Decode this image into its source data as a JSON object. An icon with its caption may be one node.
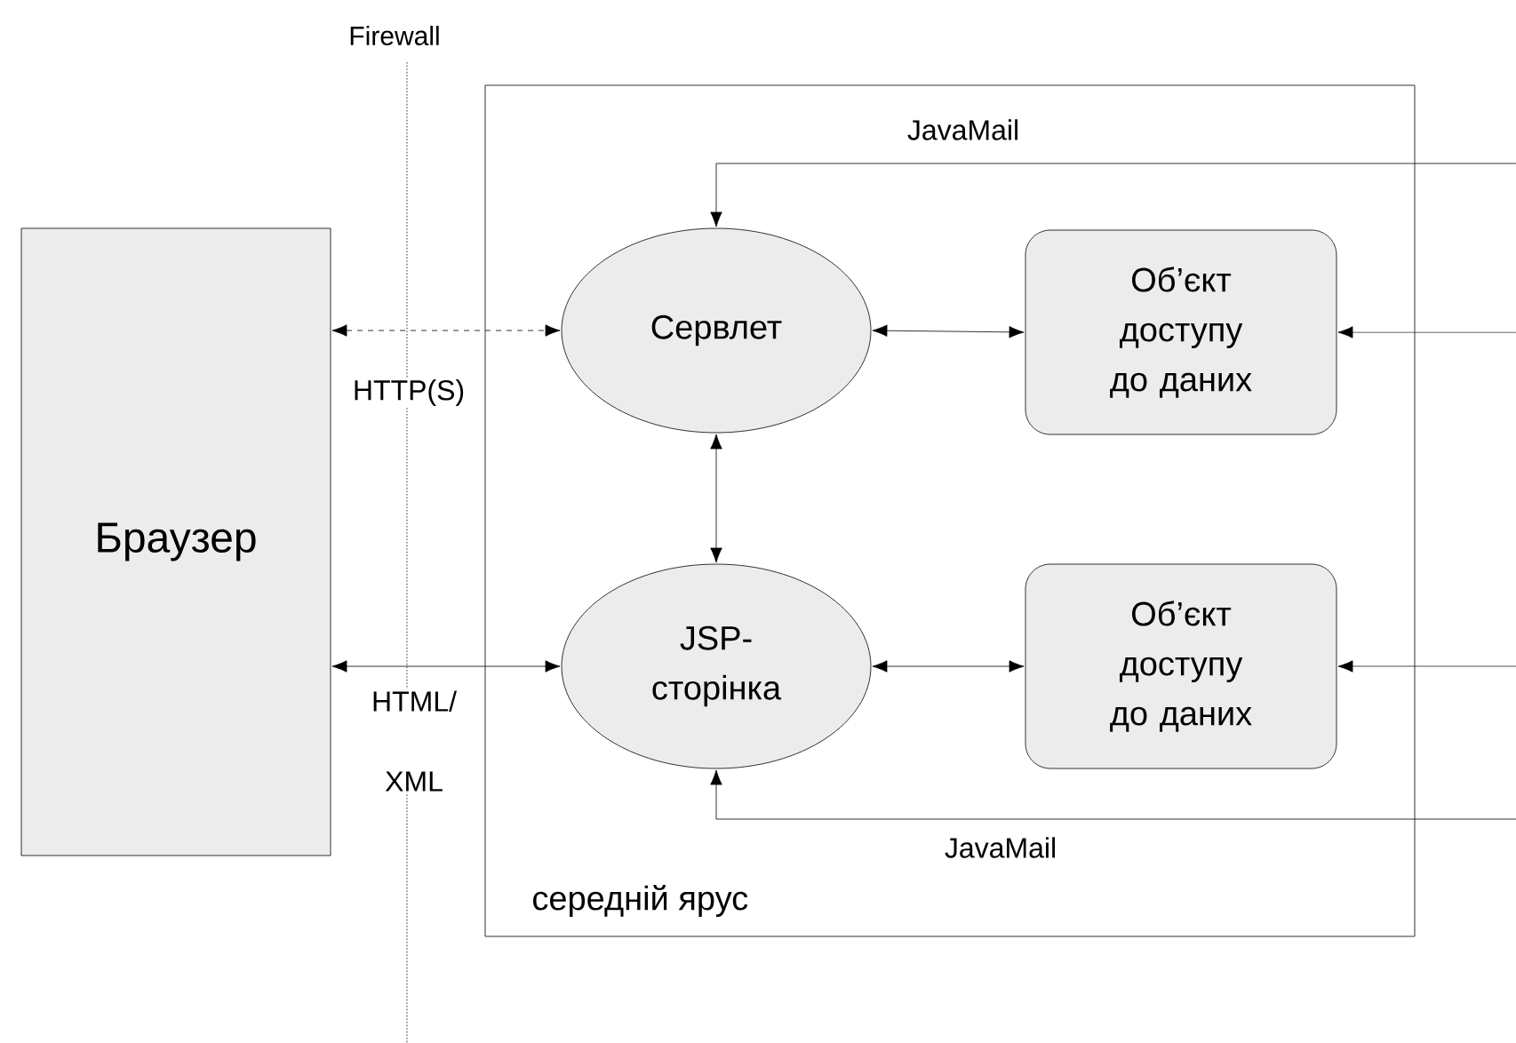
{
  "diagram": {
    "nodes": [
      {
        "text": [
          "Браузер"
        ]
      },
      {
        "text": [
          "середній ярус"
        ]
      },
      {
        "text": [
          "Сервлет"
        ],
        "in": 1
      },
      {
        "text": [
          "Об’єкт доступу до даних"
        ],
        "in": 1
      },
      {
        "text": [
          "JSP-сторінка"
        ],
        "in": 1
      },
      {
        "text": [
          "Об’єкт доступу до даних"
        ],
        "in": 1
      }
    ],
    "edges": [
      {
        "from": 0,
        "to": 2,
        "arrow": "both",
        "style": "dashed",
        "label": "HTTP(S)"
      },
      {
        "from": 0,
        "to": 4,
        "arrow": "both",
        "label": "HTML/ XML"
      },
      {
        "from": 2,
        "to": 4,
        "arrow": "both"
      },
      {
        "from": 2,
        "to": 3,
        "arrow": "both"
      },
      {
        "from": 4,
        "to": 5,
        "arrow": "both"
      },
      {
        "from": null,
        "to": 2,
        "arrow": "to",
        "label": "JavaMail"
      },
      {
        "from": null,
        "to": 3,
        "arrow": "to"
      },
      {
        "from": null,
        "to": 5,
        "arrow": "to"
      },
      {
        "from": null,
        "to": 4,
        "arrow": "to",
        "label": "JavaMail"
      }
    ],
    "labels": [
      "Firewall"
    ]
  }
}
